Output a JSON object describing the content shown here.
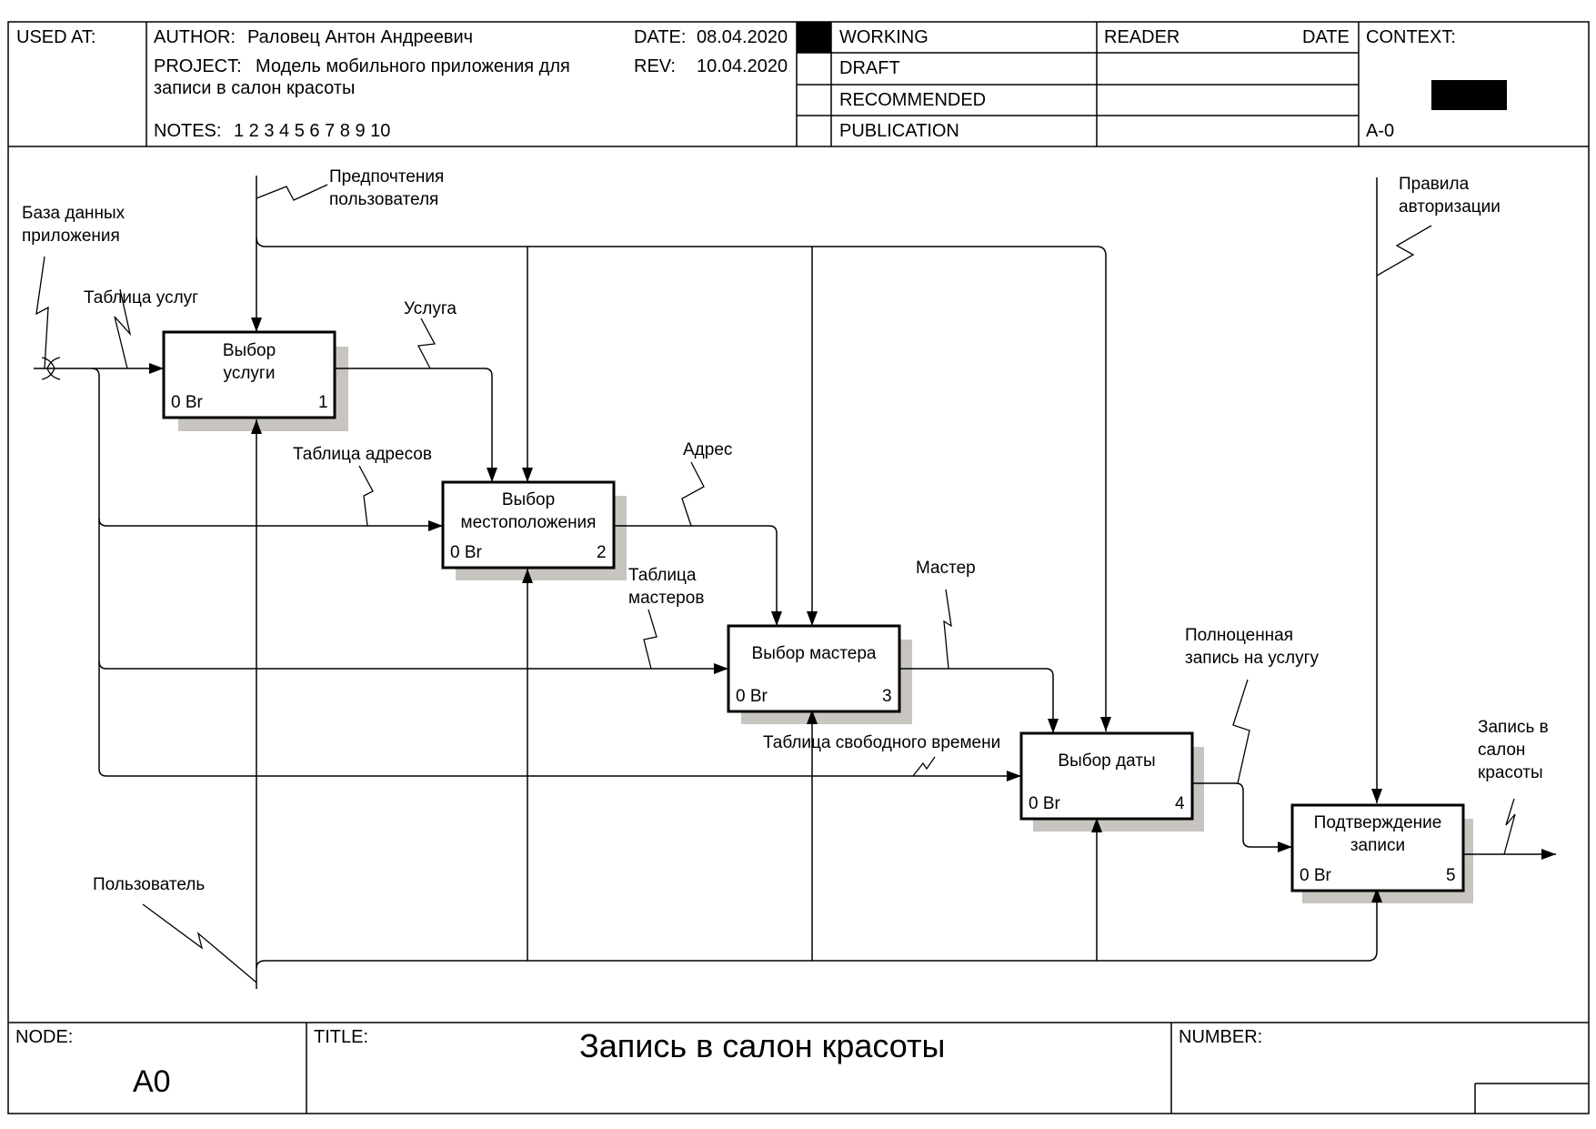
{
  "header": {
    "used_at_label": "USED AT:",
    "author_label": "AUTHOR:",
    "author_value": "Раловец Антон Андреевич",
    "project_label": "PROJECT:",
    "project_line1": "Модель мобильного приложения для",
    "project_line2": "записи в салон красоты",
    "notes_label": "NOTES:",
    "notes_values": "1  2  3  4  5  6  7  8  9  10",
    "date_label": "DATE:",
    "date_value": "08.04.2020",
    "rev_label": "REV:",
    "rev_value": "10.04.2020",
    "status": [
      "WORKING",
      "DRAFT",
      "RECOMMENDED",
      "PUBLICATION"
    ],
    "reader_label": "READER",
    "reader_date_label": "DATE",
    "context_label": "CONTEXT:",
    "context_node": "A-0"
  },
  "footer": {
    "node_label": "NODE:",
    "node_value": "A0",
    "title_label": "TITLE:",
    "title_value": "Запись в салон красоты",
    "number_label": "NUMBER:"
  },
  "boxes": [
    {
      "line1": "Выбор",
      "line2": "услуги",
      "cost": "0 Br",
      "number": "1"
    },
    {
      "line1": "Выбор",
      "line2": "местоположения",
      "cost": "0 Br",
      "number": "2"
    },
    {
      "line1": "Выбор мастера",
      "line2": "",
      "cost": "0 Br",
      "number": "3"
    },
    {
      "line1": "Выбор даты",
      "line2": "",
      "cost": "0 Br",
      "number": "4"
    },
    {
      "line1": "Подтверждение",
      "line2": "записи",
      "cost": "0 Br",
      "number": "5"
    }
  ],
  "arrows": {
    "db_line1": "База данных",
    "db_line2": "приложения",
    "services_table": "Таблица услуг",
    "prefs_line1": "Предпочтения",
    "prefs_line2": "пользователя",
    "service": "Услуга",
    "addresses_table": "Таблица адресов",
    "address": "Адрес",
    "masters_line1": "Таблица",
    "masters_line2": "мастеров",
    "master": "Мастер",
    "free_time_table": "Таблица свободного времени",
    "full_line1": "Полноценная",
    "full_line2": "запись на услугу",
    "rules_line1": "Правила",
    "rules_line2": "авторизации",
    "output_line1": "Запись в",
    "output_line2": "салон",
    "output_line3": "красоты",
    "user": "Пользователь"
  }
}
